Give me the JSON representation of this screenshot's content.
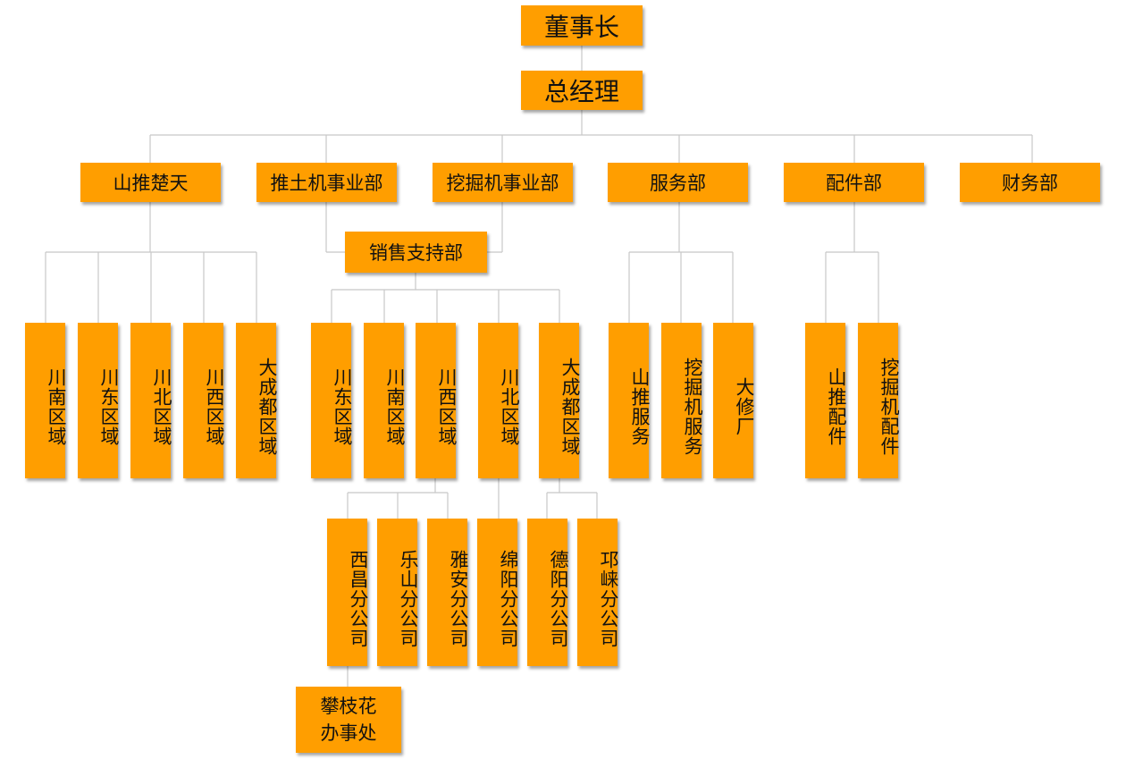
{
  "org": {
    "chairman": "董事长",
    "gm": "总经理",
    "depts": [
      "山推楚天",
      "推土机事业部",
      "挖掘机事业部",
      "服务部",
      "配件部",
      "财务部"
    ],
    "sales_support": "销售支持部",
    "chutian_regions": [
      "川南区域",
      "川东区域",
      "川北区域",
      "川西区域",
      "大成都区域"
    ],
    "sales_regions": [
      "川东区域",
      "川南区域",
      "川西区域",
      "川北区域",
      "大成都区域"
    ],
    "service_units": [
      "山推服务",
      "挖掘机服务",
      "大修厂"
    ],
    "parts_units": [
      "山推配件",
      "挖掘机配件"
    ],
    "branches": [
      "西昌分公司",
      "乐山分公司",
      "雅安分公司",
      "绵阳分公司",
      "德阳分公司",
      "邛崃分公司"
    ],
    "office": "攀枝花\n办事处"
  }
}
